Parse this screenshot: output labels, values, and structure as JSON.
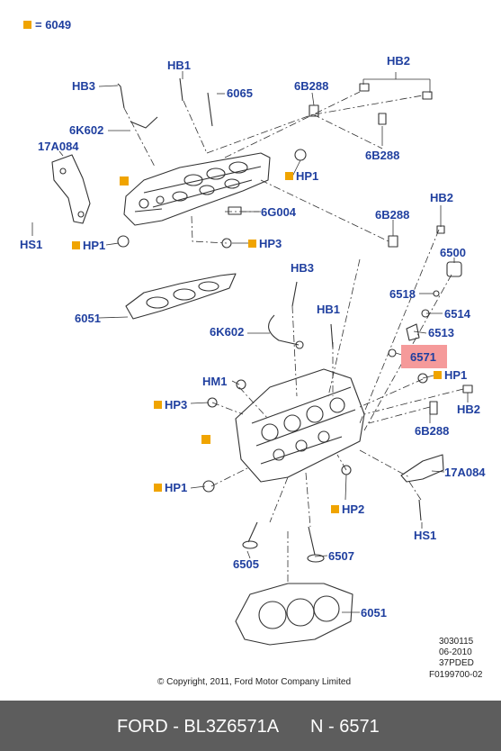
{
  "legend": {
    "text": "= 6049",
    "color": "#f0a400"
  },
  "labels": {
    "hb3_top": "HB3",
    "hb1_top": "HB1",
    "p6065": "6065",
    "p6b288_a": "6B288",
    "hb2_top": "HB2",
    "p6k602_top": "6K602",
    "p17a084_left": "17A084",
    "p6b288_b": "6B288",
    "hp1_a": "HP1",
    "p6g004": "6G004",
    "hs1_left": "HS1",
    "hp1_b": "HP1",
    "hp3_a": "HP3",
    "p6b288_c": "6B288",
    "hb2_right": "HB2",
    "p6500": "6500",
    "hb3_mid": "HB3",
    "p6518": "6518",
    "p6051_top": "6051",
    "hb1_mid": "HB1",
    "p6514": "6514",
    "p6k602_mid": "6K602",
    "p6513": "6513",
    "p6571": "6571",
    "hp1_c": "HP1",
    "hm1": "HM1",
    "hb2_low": "HB2",
    "hp3_b": "HP3",
    "p6b288_d": "6B288",
    "p17a084_right": "17A084",
    "hp1_d": "HP1",
    "hp2": "HP2",
    "hs1_right": "HS1",
    "p6505": "6505",
    "p6507": "6507",
    "p6051_bottom": "6051"
  },
  "highlight_color": "#f59a9a",
  "meta": {
    "code1": "3030115",
    "date": "06-2010",
    "code2": "37PDED",
    "fig": "F0199700-02",
    "copyright": "© Copyright, 2011, Ford Motor Company Limited"
  },
  "footer": {
    "left": "FORD - BL3Z6571A",
    "right": "N - 6571"
  }
}
